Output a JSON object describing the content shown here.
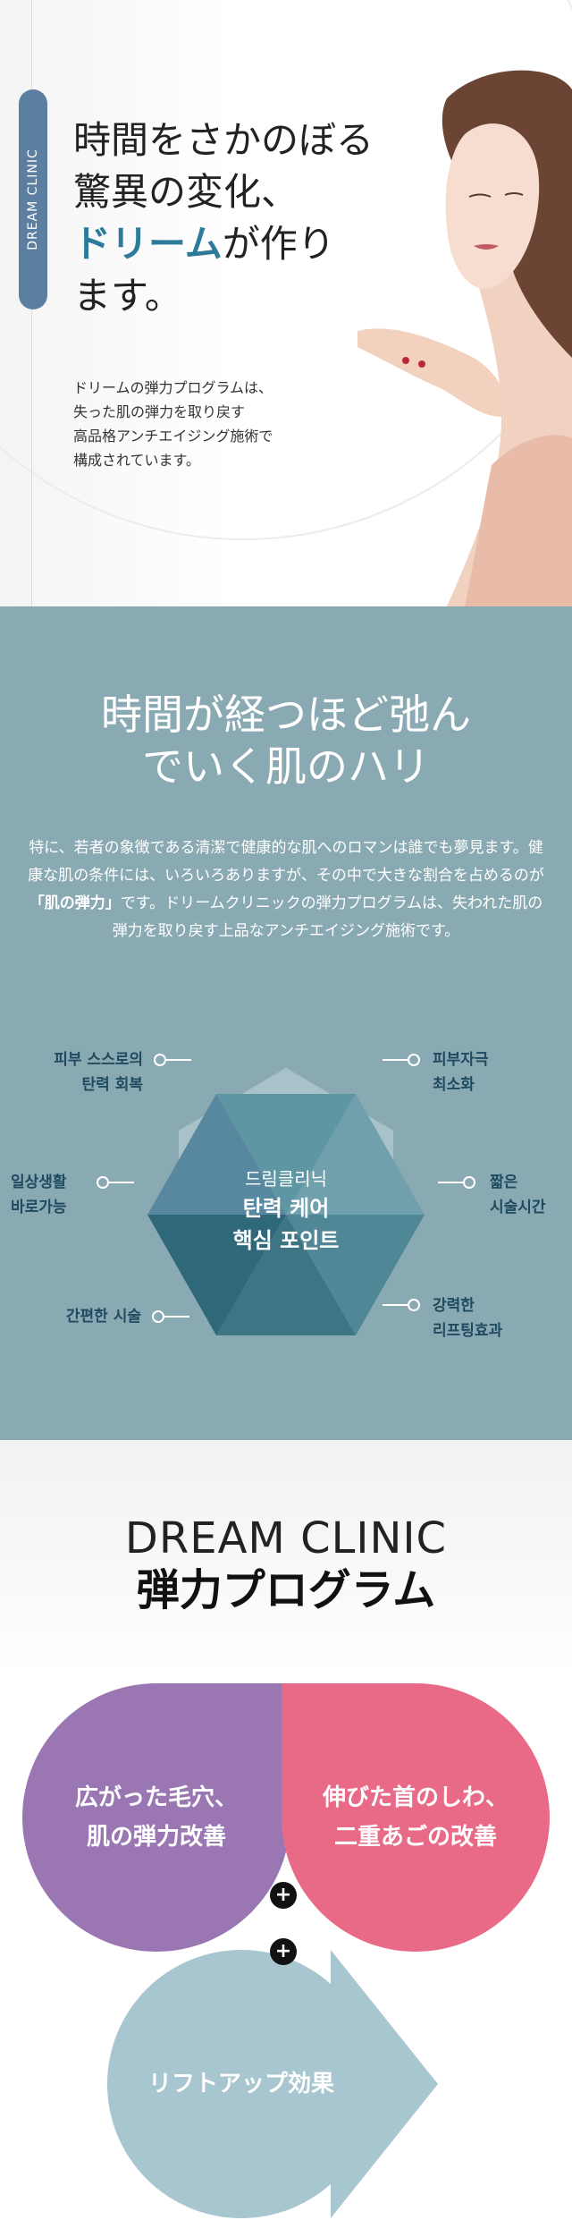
{
  "hero": {
    "badge": "DREAM CLINIC",
    "title_line1": "時間をさかのぼる",
    "title_line2": "驚異の変化、",
    "title_accent": "ドリーム",
    "title_line3_rest": "が作り",
    "title_line4": "ます。",
    "desc_line1": "ドリームの弾力プログラムは、",
    "desc_line2": "失った肌の弾力を取り戻す",
    "desc_line3": "高品格アンチエイジング施術で",
    "desc_line4": "構成されています。"
  },
  "sag": {
    "title_line1": "時間が経つほど弛ん",
    "title_line2": "でいく肌のハリ",
    "desc_part1": "特に、若者の象徴である清潔で健康的な肌へのロマンは誰でも夢見ます。健康な肌の条件には、いろいろありますが、その中で大きな割合を占めるのが",
    "desc_bold": "「肌の弾力」",
    "desc_part2": "です。ドリームクリニックの弾力プログラムは、失われた肌の弾力を取り戻す上品なアンチエイジング施術です。",
    "hex_line1": "드림클리닉",
    "hex_line2": "탄력 케어",
    "hex_line3": "핵심 포인트",
    "features": {
      "top_left_1": "피부 스스로의",
      "top_left_2": "탄력 회복",
      "mid_left_1": "일상생활",
      "mid_left_2": "바로가능",
      "bot_left": "간편한 시술",
      "top_right_1": "피부자극",
      "top_right_2": "최소화",
      "mid_right_1": "짧은",
      "mid_right_2": "시술시간",
      "bot_right_1": "강력한",
      "bot_right_2": "리프팅효과"
    }
  },
  "program": {
    "brand": "DREAM CLINIC",
    "name": "弾力プログラム",
    "petal1_line1": "広がった毛穴、",
    "petal1_line2": "肌の弾力改善",
    "petal2_line1": "伸びた首のしわ、",
    "petal2_line2": "二重あごの改善",
    "petal3": "リフトアップ効果",
    "plus": "+"
  },
  "colors": {
    "badge": "#5c7fa1",
    "accent": "#2d7a9a",
    "sag_bg": "#8aaab3",
    "purple": "#9a76b3",
    "pink": "#e96a86",
    "teal": "#a8c6cf"
  }
}
